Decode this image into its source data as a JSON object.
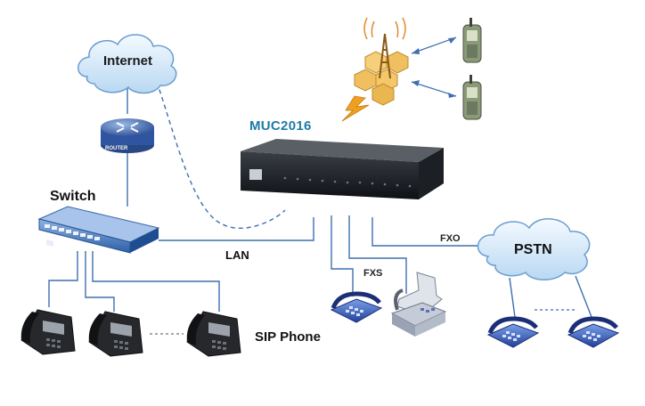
{
  "labels": {
    "internet": "Internet",
    "router": "ROUTER",
    "switch": "Switch",
    "device": "MUC2016",
    "lan": "LAN",
    "fxs": "FXS",
    "fxo": "FXO",
    "pstn": "PSTN",
    "sip_phone": "SIP Phone"
  },
  "colors": {
    "link_line": "#3f6fb0",
    "device_label": "#1e7aa8",
    "cloud_fill": "#d8eaf8",
    "cloud_stroke": "#6a9ed0"
  },
  "icons": [
    "cloud-icon",
    "router-icon",
    "switch-icon",
    "gateway-device-icon",
    "cell-tower-icon",
    "mobile-phone-icon",
    "ip-phone-icon",
    "analog-phone-icon",
    "fax-machine-icon",
    "lightning-icon"
  ]
}
